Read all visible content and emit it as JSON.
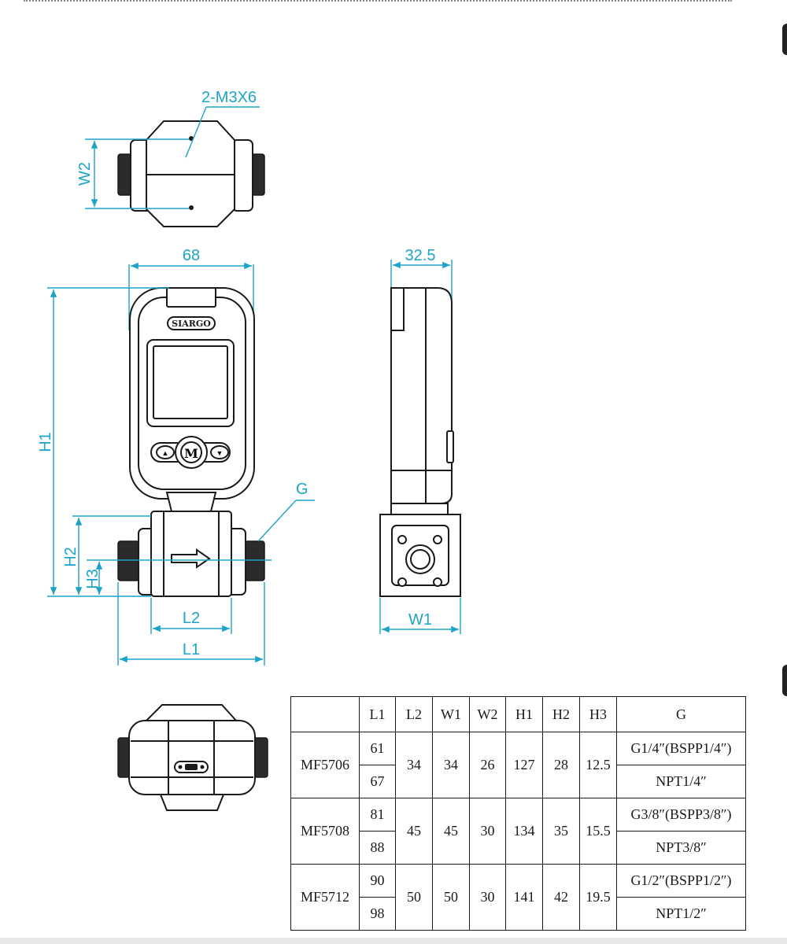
{
  "dimensions": {
    "mount_holes": "2-M3X6",
    "width2": "W2",
    "width_front": "68",
    "depth_side": "32.5",
    "height1": "H1",
    "height2": "H2",
    "height3": "H3",
    "thread": "G",
    "length2": "L2",
    "length1": "L1",
    "width1": "W1"
  },
  "device": {
    "brand": "SIARGO",
    "mode_button": "M",
    "up_symbol": "▲",
    "down_symbol": "▼"
  },
  "table": {
    "headers": [
      "",
      "L1",
      "L2",
      "W1",
      "W2",
      "H1",
      "H2",
      "H3",
      "G"
    ],
    "models": [
      {
        "model": "MF5706",
        "l1": [
          "61",
          "67"
        ],
        "l2": "34",
        "w1": "34",
        "w2": "26",
        "h1": "127",
        "h2": "28",
        "h3": "12.5",
        "g": [
          "G1/4″(BSPP1/4″)",
          "NPT1/4″"
        ]
      },
      {
        "model": "MF5708",
        "l1": [
          "81",
          "88"
        ],
        "l2": "45",
        "w1": "45",
        "w2": "30",
        "h1": "134",
        "h2": "35",
        "h3": "15.5",
        "g": [
          "G3/8″(BSPP3/8″)",
          "NPT3/8″"
        ]
      },
      {
        "model": "MF5712",
        "l1": [
          "90",
          "98"
        ],
        "l2": "50",
        "w1": "50",
        "w2": "30",
        "h1": "141",
        "h2": "42",
        "h3": "19.5",
        "g": [
          "G1/2″(BSPP1/2″)",
          "NPT1/2″"
        ]
      }
    ]
  }
}
